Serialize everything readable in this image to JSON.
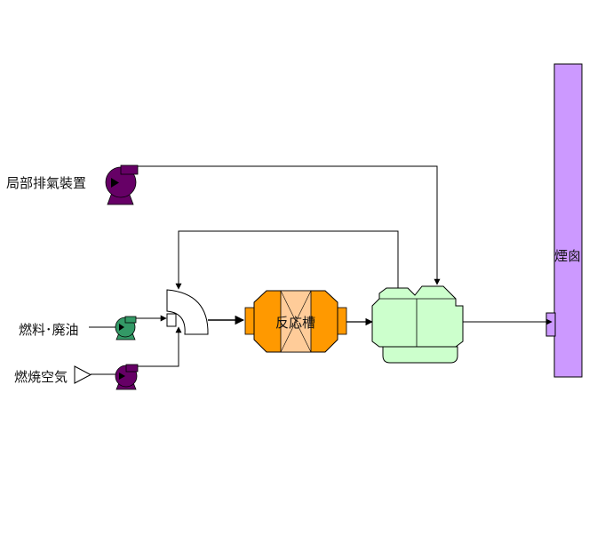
{
  "labels": {
    "local_exhaust": "局部排氣裝置",
    "fuel_waste_oil": "燃料･廃油",
    "combustion_air": "燃焼空気",
    "reactor": "反応槽",
    "chimney": "煙囪"
  },
  "colors": {
    "chimney_fill": "#cc99ff",
    "reactor_fill": "#ff9900",
    "reactor_core": "#ffcc99",
    "heat_exchanger_fill": "#ccffcc",
    "pump_purple": "#660066",
    "pump_green": "#339966",
    "line": "#000000"
  },
  "icons": [
    "blower-icon",
    "pump-icon",
    "nozzle-icon",
    "burner-icon",
    "reactor-icon",
    "heat-exchanger-icon",
    "chimney-icon"
  ]
}
